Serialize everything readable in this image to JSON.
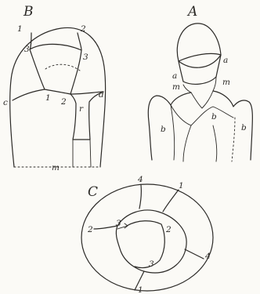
{
  "figure": {
    "panels": {
      "B": {
        "title": "B",
        "labels": {
          "n1": "1",
          "n2": "2",
          "n3_left": "3",
          "n3_right": "3",
          "c": "c",
          "d": "d",
          "inner1": "1",
          "inner2": "2",
          "r": "r",
          "m": "m"
        }
      },
      "A": {
        "title": "A",
        "labels": {
          "a_top": "a",
          "a_mid": "a",
          "m_mid": "m",
          "m_right": "m",
          "b_left": "b",
          "b_center": "b",
          "b_right": "b"
        }
      },
      "C": {
        "title": "C",
        "labels": {
          "n4_top": "4",
          "n1_top": "1",
          "n2_left": "2",
          "n3_inner": "3",
          "n2_inner": "2",
          "n4_right": "4",
          "n3_lower": "3",
          "n1_bottom": "1"
        }
      }
    },
    "colors": {
      "ink": "#2b2926",
      "paper": "#fbfaf6"
    }
  }
}
